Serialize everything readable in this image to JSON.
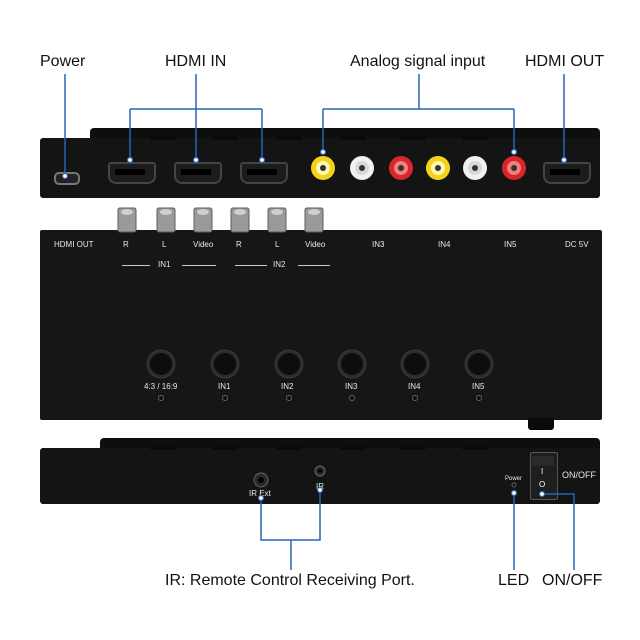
{
  "callouts": {
    "power": "Power",
    "hdmi_in": "HDMI IN",
    "analog_input": "Analog signal input",
    "hdmi_out": "HDMI OUT",
    "ir_port": "IR: Remote Control Receiving Port.",
    "led": "LED",
    "on_off": "ON/OFF"
  },
  "top_panel": {
    "labels": {
      "hdmi_out": "HDMI OUT",
      "r1": "R",
      "l1": "L",
      "video1": "Video",
      "r2": "R",
      "l2": "L",
      "video2": "Video",
      "in3": "IN3",
      "in4": "IN4",
      "in5": "IN5",
      "dc": "DC 5V",
      "in1_group": "IN1",
      "in2_group": "IN2"
    },
    "buttons": [
      "4:3 / 16:9",
      "IN1",
      "IN2",
      "IN3",
      "IN4",
      "IN5"
    ]
  },
  "front_panel": {
    "ir_ext": "IR Ext",
    "ir": "IR",
    "power": "Power",
    "on_off": "ON/OFF",
    "switch_on": "I",
    "switch_off": "O"
  },
  "colors": {
    "accent_line": "#2a63b8",
    "panel": "#141414",
    "rca_yellow": "#f2d21b",
    "rca_red": "#d8262b",
    "rca_white": "#f2f2f2"
  }
}
